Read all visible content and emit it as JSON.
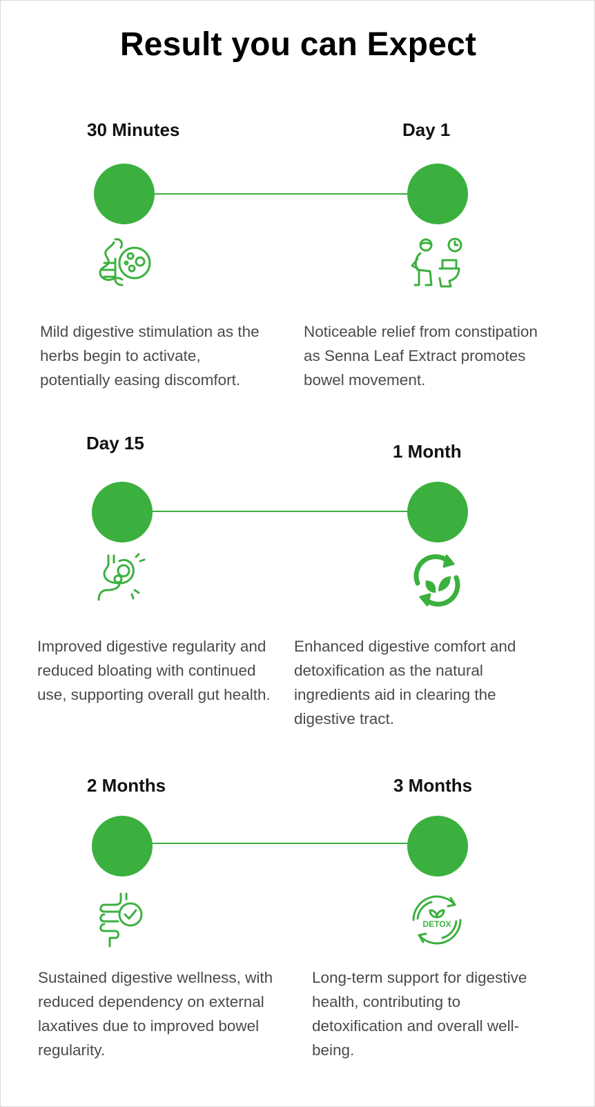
{
  "title": "Result you can Expect",
  "accent_color": "#3bb03e",
  "milestones": [
    {
      "label": "30 Minutes",
      "icon": "digestion-stomach-icon",
      "description": "Mild digestive stimulation as the herbs begin to activate, potentially easing discomfort."
    },
    {
      "label": "Day 1",
      "icon": "person-toilet-clock-icon",
      "description": "Noticeable relief from constipation as Senna Leaf Extract promotes bowel movement."
    },
    {
      "label": "Day 15",
      "icon": "stomach-icon",
      "description": "Improved digestive regularity and reduced bloating with continued use, supporting overall gut health."
    },
    {
      "label": "1 Month",
      "icon": "leaf-cycle-icon",
      "description": "Enhanced digestive comfort and detoxification as the natural ingredients aid in clearing the digestive tract."
    },
    {
      "label": "2 Months",
      "icon": "healthy-intestine-check-icon",
      "description": "Sustained digestive wellness, with reduced dependency on external laxatives due to improved bowel regularity."
    },
    {
      "label": "3 Months",
      "icon": "detox-cycle-icon",
      "description": "Long-term support for digestive health, contributing to detoxification and overall well-being.",
      "icon_text": "DETOX"
    }
  ]
}
